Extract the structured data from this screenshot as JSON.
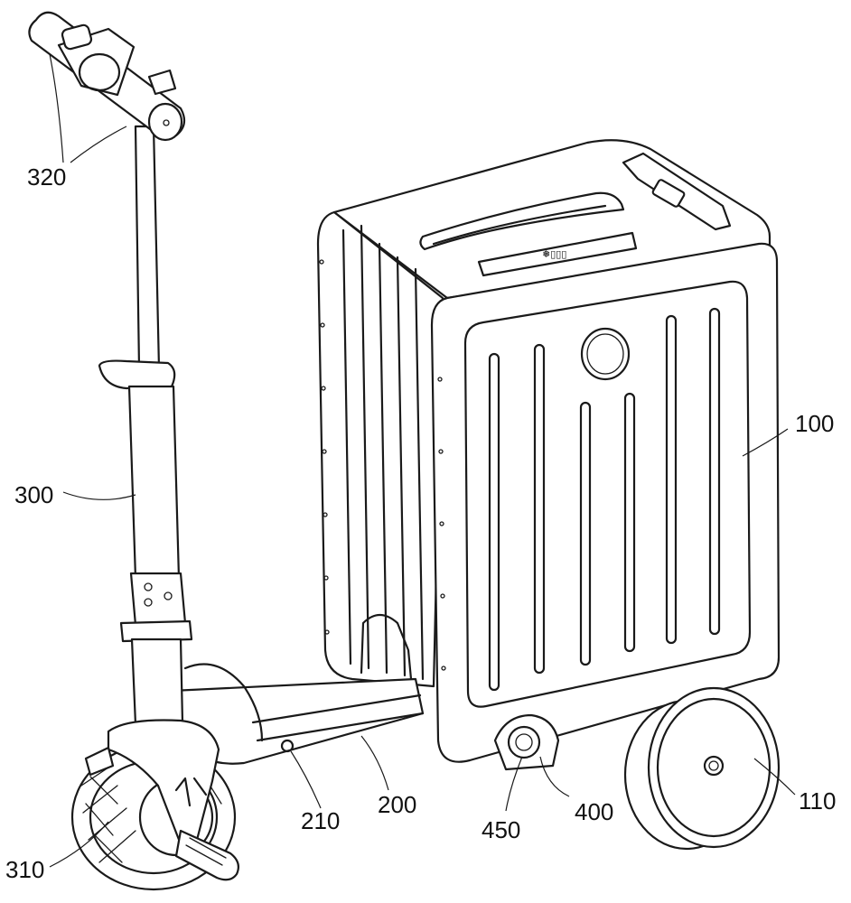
{
  "labels": {
    "l100": "100",
    "l110": "110",
    "l200": "200",
    "l210": "210",
    "l300": "300",
    "l310": "310",
    "l320": "320",
    "l400": "400",
    "l450": "450"
  },
  "lock_text": "❅▯▯▯"
}
